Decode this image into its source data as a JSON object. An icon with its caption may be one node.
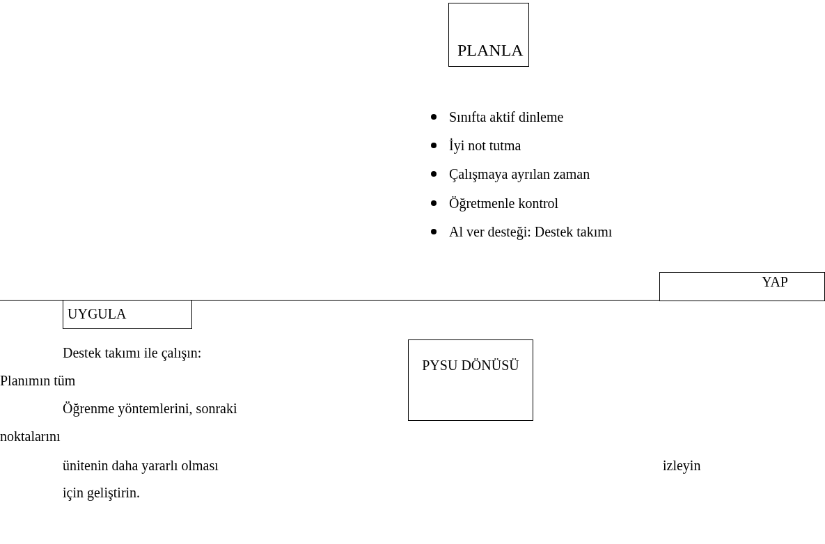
{
  "diagram": {
    "nodes": [
      {
        "text": [
          "PLANLA"
        ]
      },
      {
        "text": [
          "YAP"
        ]
      },
      {
        "text": [
          "UYGULA"
        ]
      },
      {
        "text": [
          "PYSU DÖNÜSÜ"
        ]
      }
    ],
    "edges": [],
    "labels": [
      "Sınıfta aktif dinleme",
      "İyi not tutma",
      "Çalışmaya ayrılan zaman",
      "Öğretmenle kontrol",
      "Al ver desteği: Destek takımı",
      "Destek takımı ile çalışın:",
      "Planımın tüm",
      "Öğrenme yöntemlerini, sonraki",
      "noktalarını",
      "ünitenin daha yararlı olması",
      "izleyin",
      "için geliştirin."
    ]
  }
}
